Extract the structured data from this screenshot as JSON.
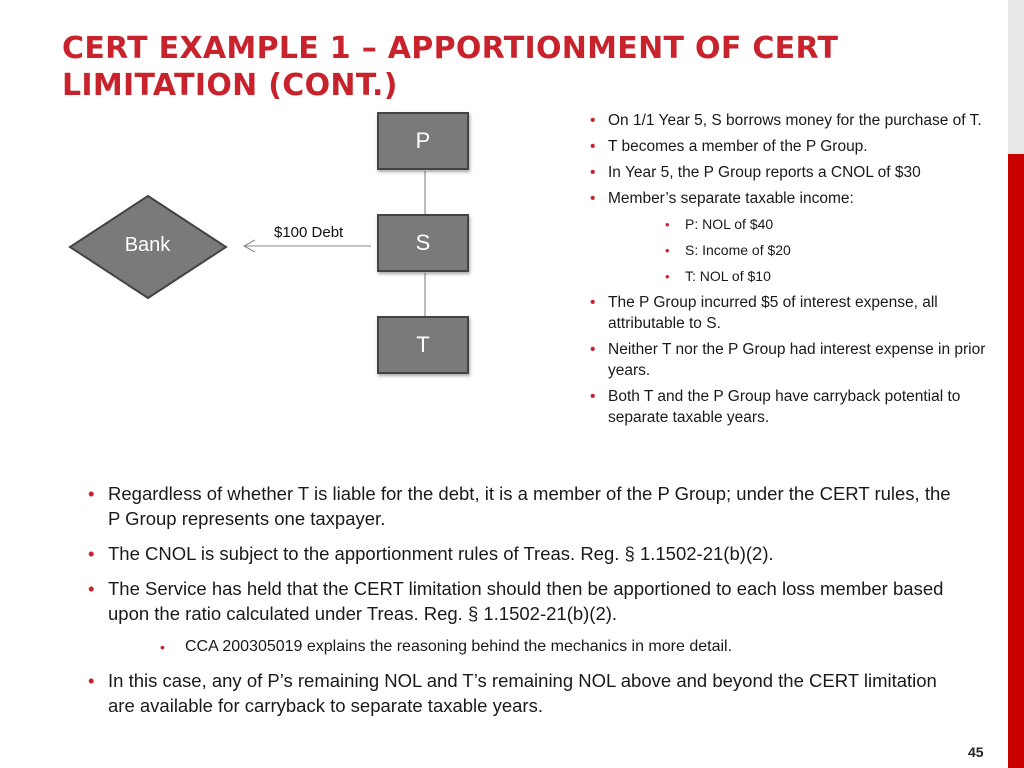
{
  "slide": {
    "title": "CERT Example 1 – Apportionment of CERT Limitation (cont.)",
    "page_number": "45"
  },
  "diagram": {
    "nodes": {
      "p": "P",
      "s": "S",
      "t": "T",
      "bank": "Bank"
    },
    "edge_label": "$100 Debt"
  },
  "right_bullets": [
    "On 1/1 Year 5, S borrows money for the purchase of T.",
    "T becomes a member of the P Group.",
    "In Year 5, the P Group reports a CNOL of $30",
    "Member’s separate taxable income:",
    "P:  NOL of  $40",
    "S:  Income of $20",
    "T:  NOL of $10",
    "The P Group incurred $5 of interest expense, all attributable to S.",
    "Neither T nor the P Group had interest expense in prior years.",
    "Both T and the P Group have carryback potential to separate taxable years."
  ],
  "bottom_bullets": [
    "Regardless of whether T is liable for the debt, it is a member of the P Group; under the CERT rules, the P Group represents one taxpayer.",
    "The CNOL is subject to the apportionment rules of Treas. Reg. §  1.1502-21(b)(2).",
    "The Service has held that the CERT limitation should then be apportioned to each loss member based upon the ratio calculated under Treas. Reg. §  1.1502-21(b)(2).",
    "CCA  200305019 explains the reasoning behind the mechanics in more detail.",
    "In this case, any of P’s remaining NOL and T’s remaining NOL above and beyond the CERT limitation are available for carryback to separate taxable years."
  ]
}
